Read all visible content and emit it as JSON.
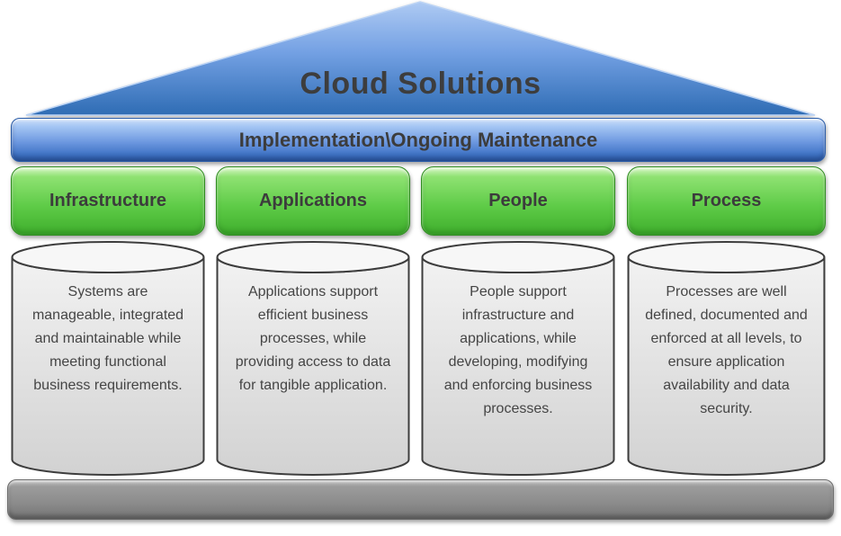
{
  "diagram": {
    "title": "Cloud Solutions",
    "maintenance_bar": {
      "label": "Implementation\\Ongoing Maintenance"
    },
    "pillars": [
      {
        "label": "Infrastructure",
        "description": "Systems are manageable, integrated and maintainable while meeting functional business requirements."
      },
      {
        "label": "Applications",
        "description": "Applications support efficient business processes, while providing access to data for tangible application."
      },
      {
        "label": "People",
        "description": "People support infrastructure and applications, while developing, modifying and enforcing business processes."
      },
      {
        "label": "Process",
        "description": "Processes are well defined, documented and enforced at all levels, to ensure application availability and data security."
      }
    ],
    "colors": {
      "roof_top": "#a9c7f2",
      "roof_bottom": "#2e6cb4",
      "bar_top": "#cfe0f9",
      "bar_bottom": "#2f62b0",
      "pillar_header_top": "#8fe272",
      "pillar_header_bottom": "#3fae2c",
      "cylinder_top": "#f2f2f2",
      "cylinder_bottom": "#d2d2d2",
      "foundation": "#8b8b8b",
      "text": "#3f3f3f"
    }
  }
}
